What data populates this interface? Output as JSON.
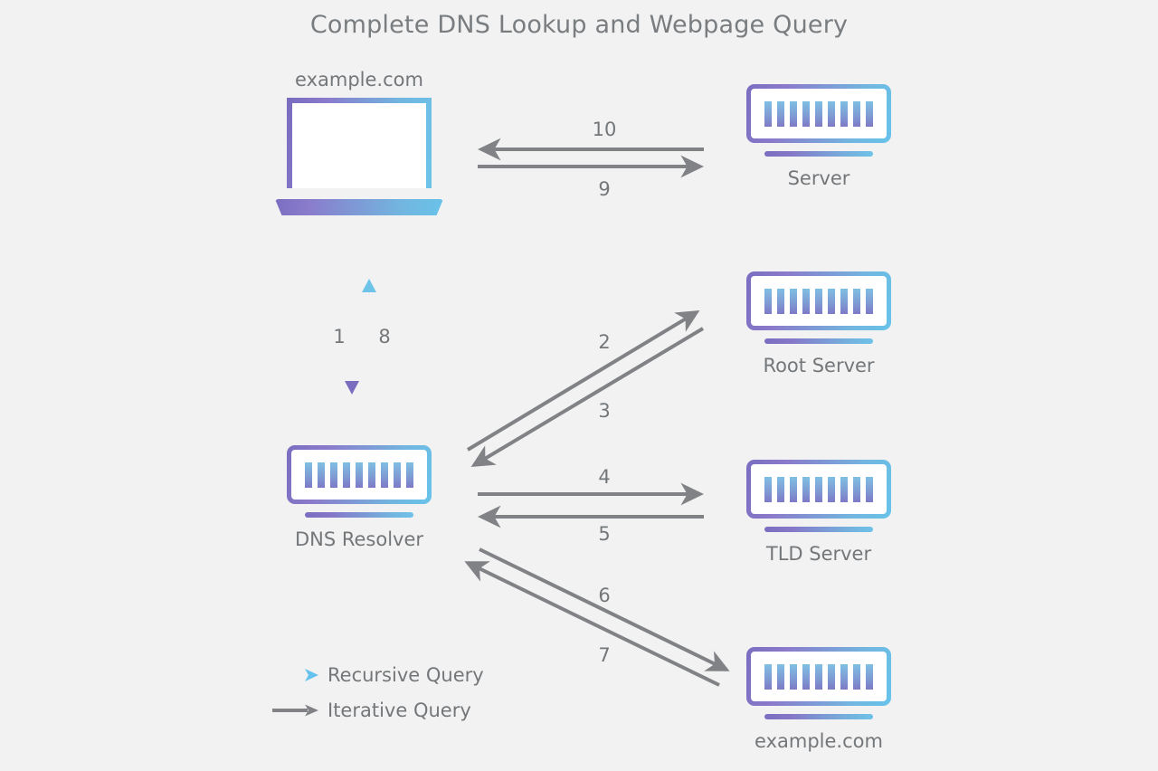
{
  "diagram": {
    "title": "Complete DNS Lookup and Webpage Query",
    "background_color": "#f2f2f2",
    "text_color": "#74777a",
    "gradient_start": "#7a6dc0",
    "gradient_end": "#67c3ea",
    "iterative_color": "#808285"
  },
  "nodes": {
    "client": {
      "label": "example.com",
      "icon": "laptop-icon"
    },
    "web_server": {
      "label": "Server",
      "icon": "server-icon"
    },
    "root_server": {
      "label": "Root Server",
      "icon": "server-icon"
    },
    "resolver": {
      "label": "DNS Resolver",
      "icon": "server-icon"
    },
    "tld_server": {
      "label": "TLD Server",
      "icon": "server-icon"
    },
    "authoritative_server": {
      "label": "example.com",
      "icon": "server-icon"
    }
  },
  "steps": [
    {
      "number": "1",
      "from": "client",
      "to": "resolver",
      "type": "recursive",
      "direction": "down"
    },
    {
      "number": "2",
      "from": "resolver",
      "to": "root_server",
      "type": "iterative",
      "direction": "up-right"
    },
    {
      "number": "3",
      "from": "root_server",
      "to": "resolver",
      "type": "iterative",
      "direction": "down-left"
    },
    {
      "number": "4",
      "from": "resolver",
      "to": "tld_server",
      "type": "iterative",
      "direction": "right"
    },
    {
      "number": "5",
      "from": "tld_server",
      "to": "resolver",
      "type": "iterative",
      "direction": "left"
    },
    {
      "number": "6",
      "from": "resolver",
      "to": "authoritative_server",
      "type": "iterative",
      "direction": "down-right"
    },
    {
      "number": "7",
      "from": "authoritative_server",
      "to": "resolver",
      "type": "iterative",
      "direction": "up-left"
    },
    {
      "number": "8",
      "from": "resolver",
      "to": "client",
      "type": "recursive",
      "direction": "up"
    },
    {
      "number": "9",
      "from": "client",
      "to": "web_server",
      "type": "iterative",
      "direction": "right"
    },
    {
      "number": "10",
      "from": "web_server",
      "to": "client",
      "type": "iterative",
      "direction": "left"
    }
  ],
  "legend": {
    "items": [
      {
        "label": "Recursive Query",
        "style": "gradient-arrow"
      },
      {
        "label": "Iterative Query",
        "style": "gray-arrow"
      }
    ]
  }
}
